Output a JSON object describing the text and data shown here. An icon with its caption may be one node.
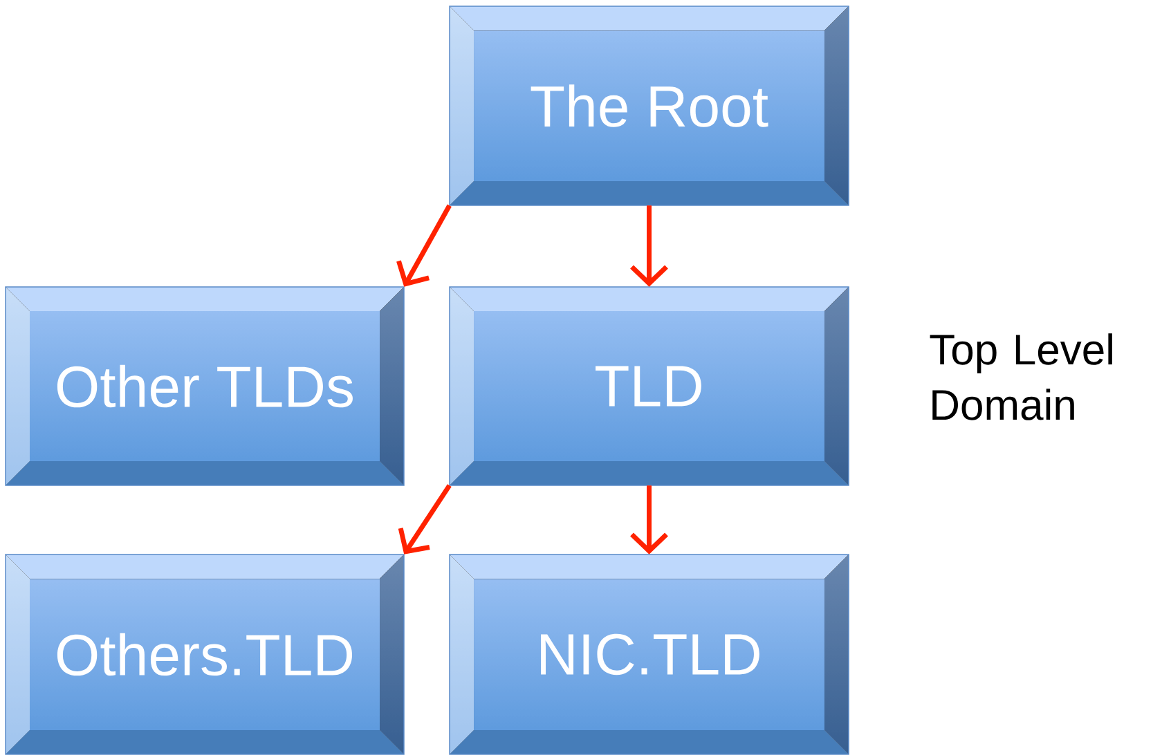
{
  "diagram": {
    "nodes": [
      {
        "text": [
          "The Root"
        ]
      },
      {
        "text": [
          "Other TLDs"
        ]
      },
      {
        "text": [
          "TLD"
        ]
      },
      {
        "text": [
          "Others.TLD"
        ]
      },
      {
        "text": [
          "NIC.TLD"
        ]
      }
    ],
    "edges": [
      {
        "from": 0,
        "to": 1,
        "arrow": "to"
      },
      {
        "from": 0,
        "to": 2,
        "arrow": "to"
      },
      {
        "from": 2,
        "to": 3,
        "arrow": "to"
      },
      {
        "from": 2,
        "to": 4,
        "arrow": "to"
      }
    ],
    "labels": [
      "Top Level Domain"
    ]
  }
}
